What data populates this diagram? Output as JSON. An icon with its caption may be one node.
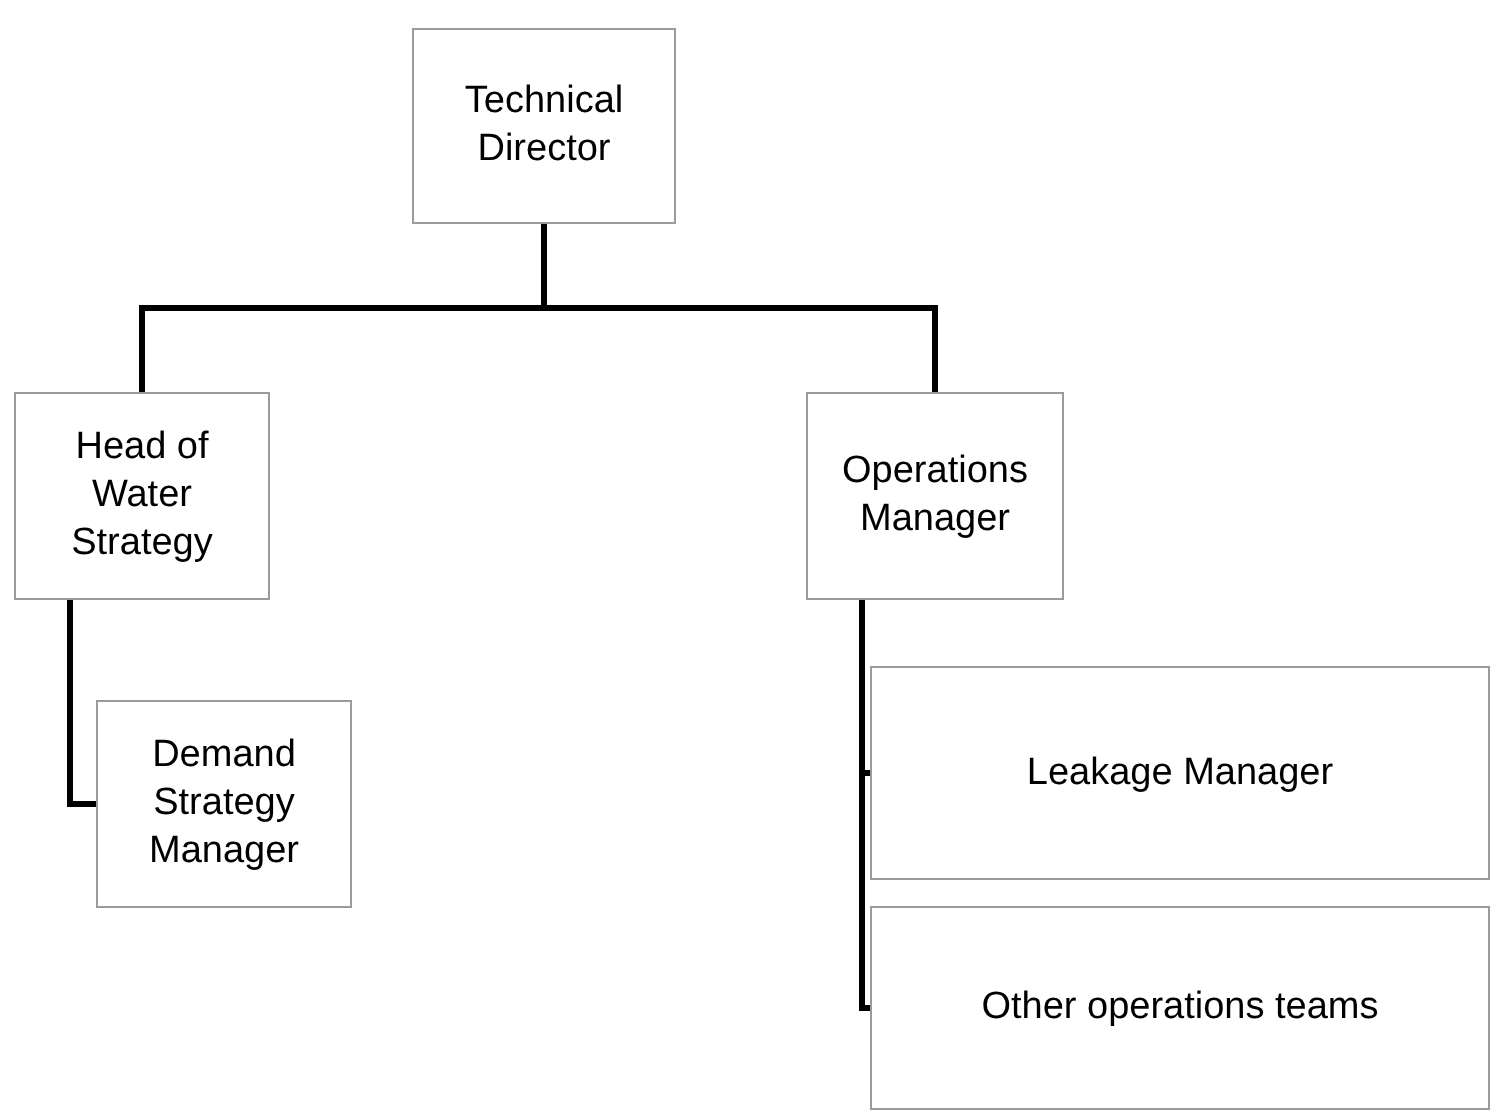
{
  "diagram": {
    "nodes": [
      {
        "text": [
          "Technical Director"
        ]
      },
      {
        "text": [
          "Head of Water Strategy"
        ]
      },
      {
        "text": [
          "Operations Manager"
        ]
      },
      {
        "text": [
          "Demand Strategy Manager"
        ]
      },
      {
        "text": [
          "Leakage Manager"
        ]
      },
      {
        "text": [
          "Other operations teams"
        ]
      }
    ],
    "edges": [
      {
        "from": 0,
        "to": 1,
        "arrow": "none"
      },
      {
        "from": 0,
        "to": 2,
        "arrow": "none"
      },
      {
        "from": 1,
        "to": 3,
        "arrow": "none"
      },
      {
        "from": 2,
        "to": 4,
        "arrow": "none"
      },
      {
        "from": 2,
        "to": 5,
        "arrow": "none"
      }
    ]
  }
}
